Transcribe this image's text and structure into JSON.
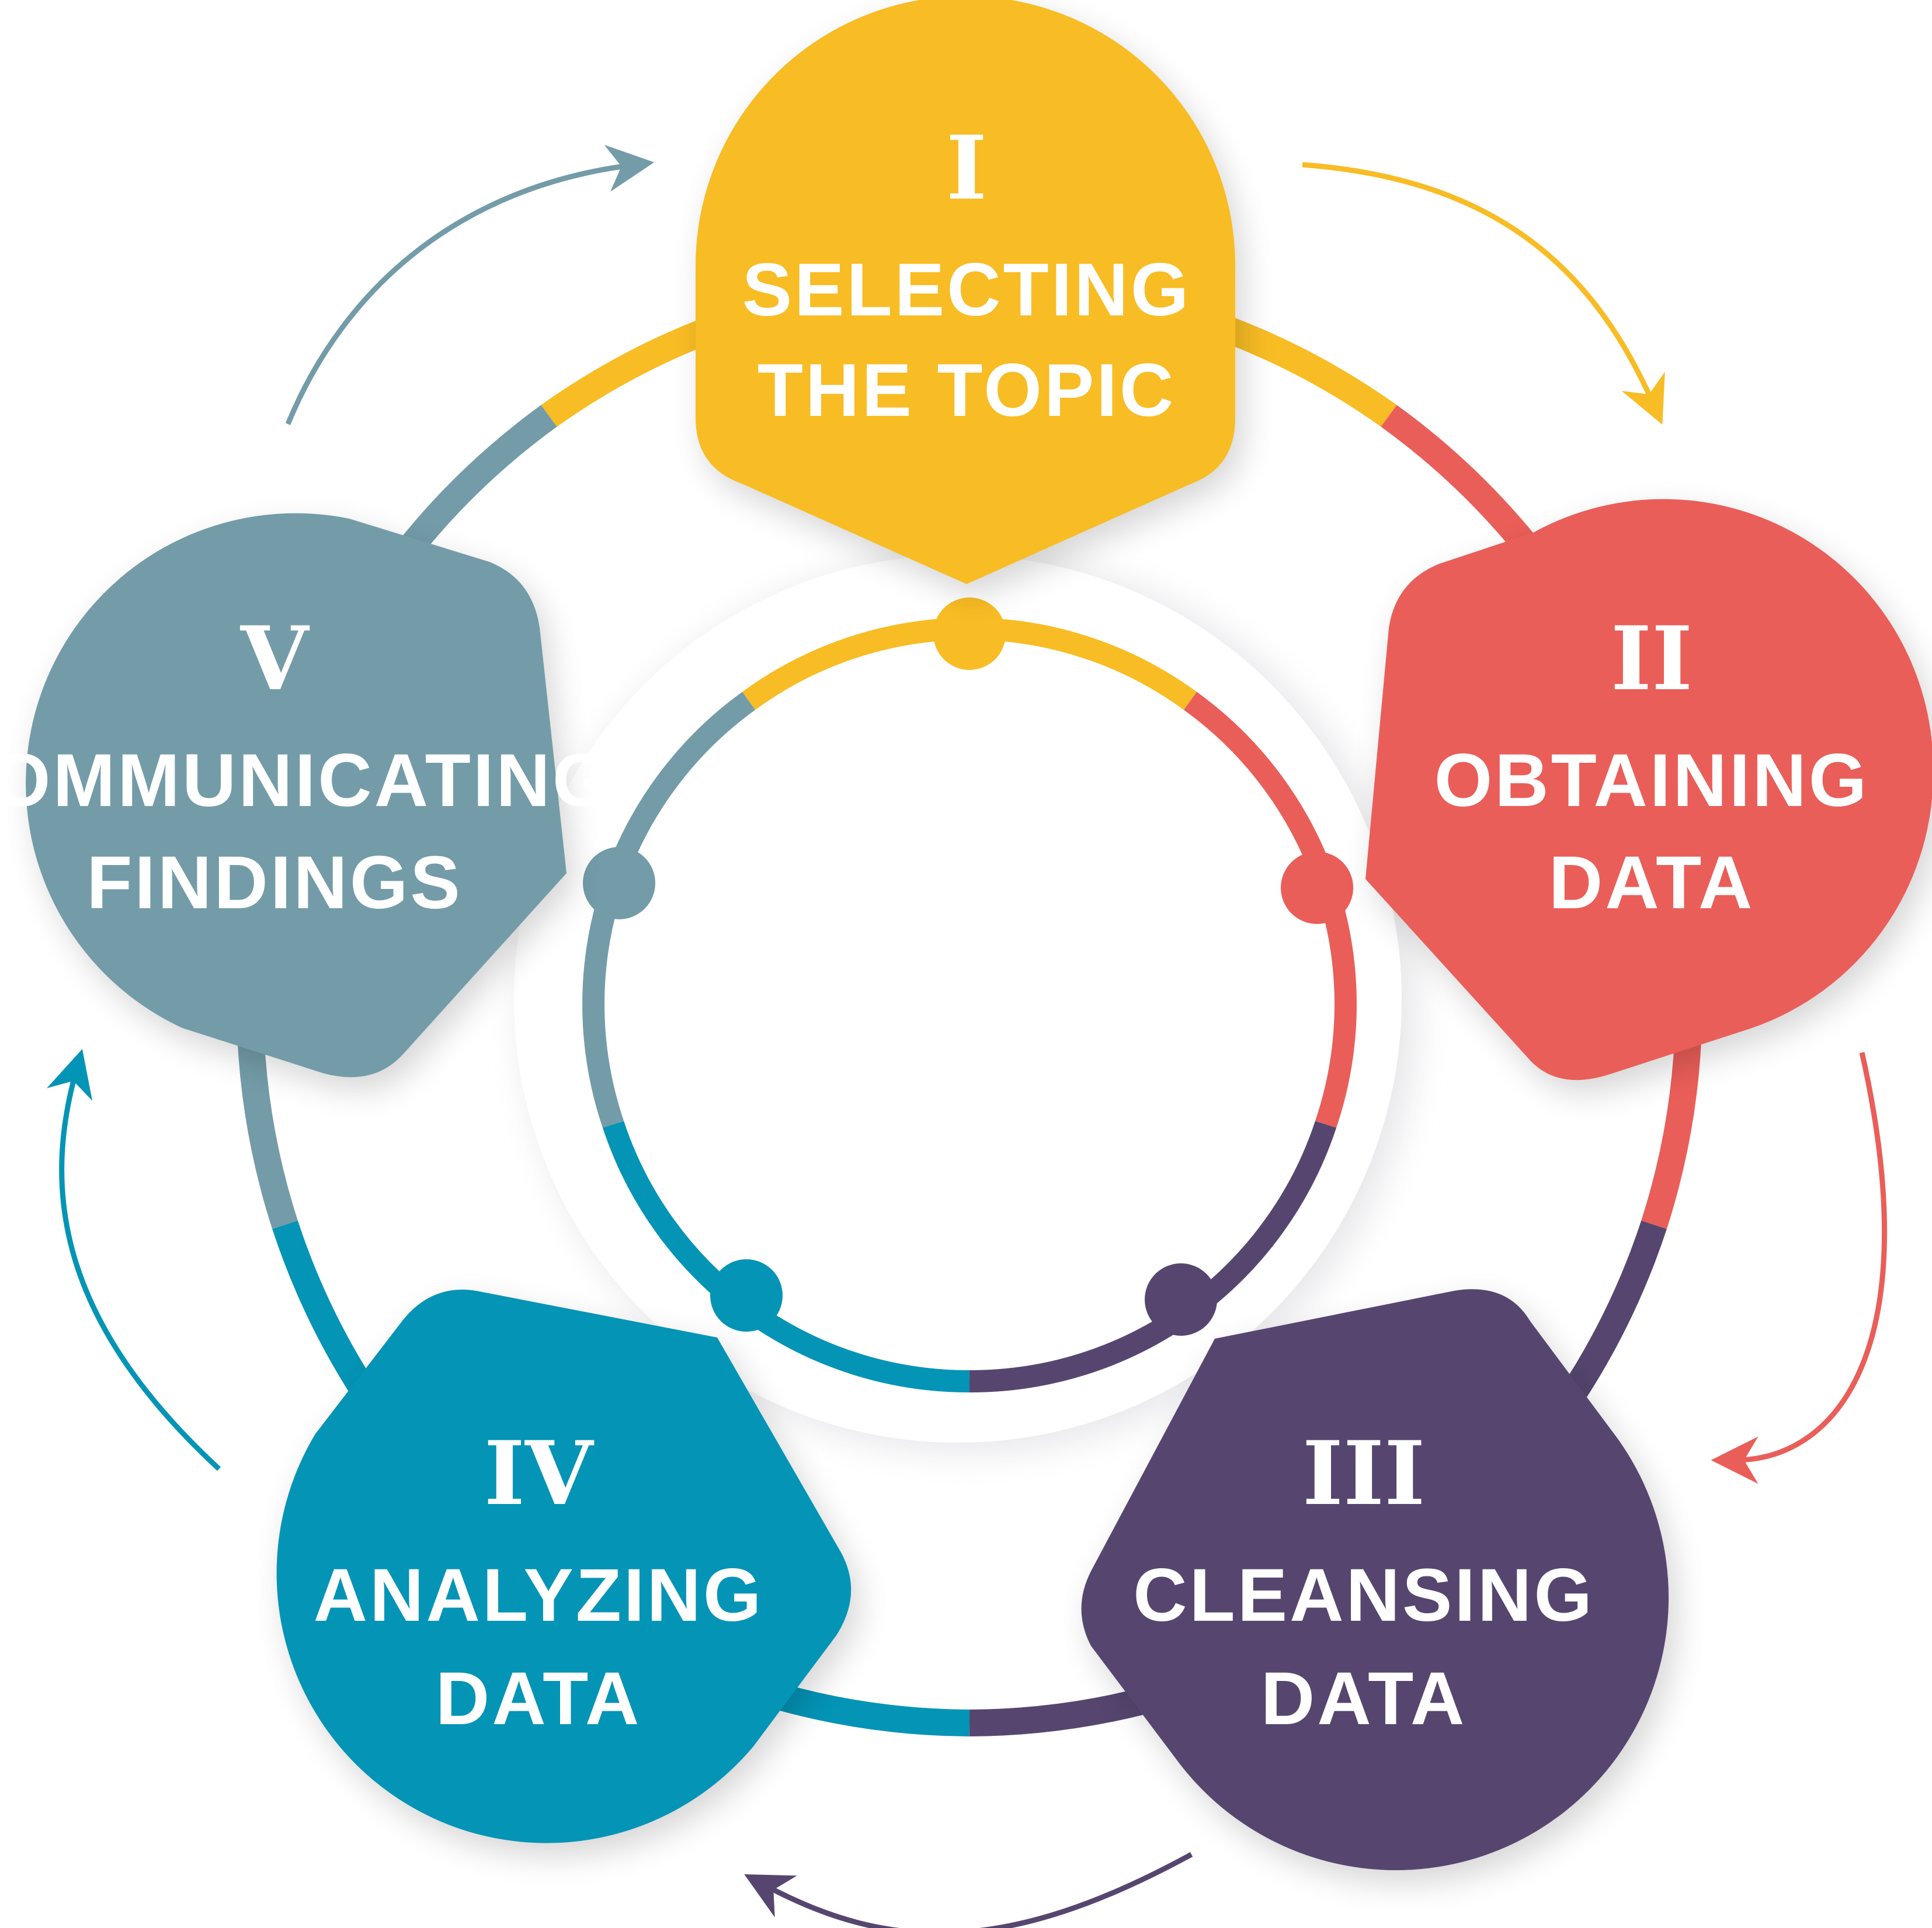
{
  "steps": [
    {
      "numeral": "I",
      "line1": "SELECTING",
      "line2": "THE TOPIC",
      "color": "#F8BC24"
    },
    {
      "numeral": "II",
      "line1": "OBTAINING",
      "line2": "DATA",
      "color": "#EA5E59"
    },
    {
      "numeral": "III",
      "line1": "CLEANSING",
      "line2": "DATA",
      "color": "#56466F"
    },
    {
      "numeral": "IV",
      "line1": "ANALYZING",
      "line2": "DATA",
      "color": "#0494B6"
    },
    {
      "numeral": "V",
      "line1": "COMMUNICATING",
      "line2": "FINDINGS",
      "color": "#739CA8"
    }
  ]
}
